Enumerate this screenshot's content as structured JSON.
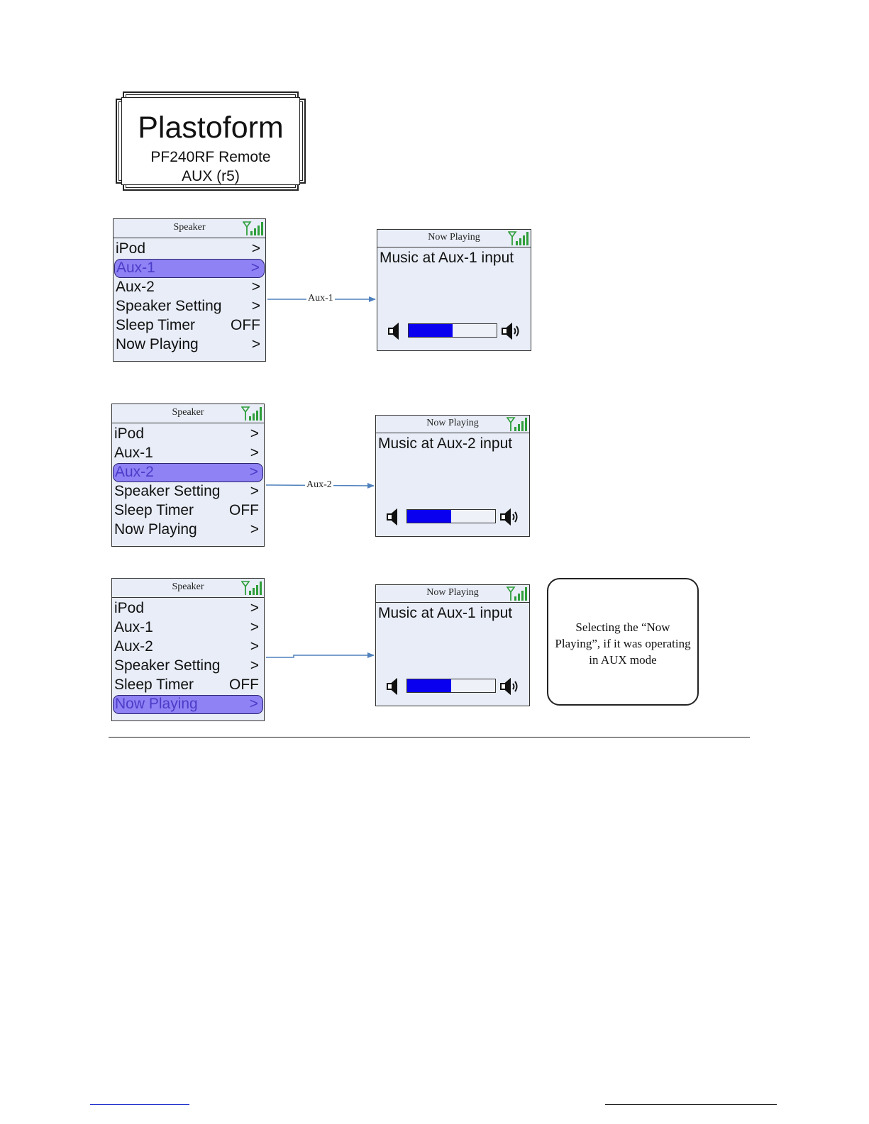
{
  "title_plaque": {
    "brand": "Plastoform",
    "model": "PF240RF Remote",
    "version": "AUX (r5)"
  },
  "flows": [
    {
      "menu": {
        "title": "Speaker",
        "items": [
          {
            "label": "iPod",
            "value": ">"
          },
          {
            "label": "Aux-1",
            "value": ">"
          },
          {
            "label": "Aux-2",
            "value": ">"
          },
          {
            "label": "Speaker Setting",
            "value": ">"
          },
          {
            "label": "Sleep Timer",
            "value": "OFF"
          },
          {
            "label": "Now Playing",
            "value": ">"
          }
        ],
        "selected_index": 1
      },
      "arrow_label": "Aux-1",
      "now_playing": {
        "title": "Now Playing",
        "message": "Music at Aux-1 input",
        "volume_fraction": 0.5
      }
    },
    {
      "menu": {
        "title": "Speaker",
        "items": [
          {
            "label": "iPod",
            "value": ">"
          },
          {
            "label": "Aux-1",
            "value": ">"
          },
          {
            "label": "Aux-2",
            "value": ">"
          },
          {
            "label": "Speaker Setting",
            "value": ">"
          },
          {
            "label": "Sleep Timer",
            "value": "OFF"
          },
          {
            "label": "Now Playing",
            "value": ">"
          }
        ],
        "selected_index": 2
      },
      "arrow_label": "Aux-2",
      "now_playing": {
        "title": "Now Playing",
        "message": "Music at Aux-2 input",
        "volume_fraction": 0.5
      }
    },
    {
      "menu": {
        "title": "Speaker",
        "items": [
          {
            "label": "iPod",
            "value": ">"
          },
          {
            "label": "Aux-1",
            "value": ">"
          },
          {
            "label": "Aux-2",
            "value": ">"
          },
          {
            "label": "Speaker Setting",
            "value": ">"
          },
          {
            "label": "Sleep Timer",
            "value": "OFF"
          },
          {
            "label": "Now Playing",
            "value": ">"
          }
        ],
        "selected_index": 5
      },
      "arrow_label": "",
      "now_playing": {
        "title": "Now Playing",
        "message": "Music at Aux-1 input",
        "volume_fraction": 0.5
      }
    }
  ],
  "note": "Selecting the “Now Playing”, if it was operating in AUX mode",
  "colors": {
    "screen_bg": "#e8edf7",
    "selection": "#8f82f5",
    "selection_text": "#4b3cc7",
    "volume_fill": "#0a00f0",
    "signal": "#2e9e3a",
    "arrow": "#4f81bd"
  },
  "icons": {
    "signal": "signal-strength-icon",
    "volume_down": "speaker-low-icon",
    "volume_up": "speaker-high-icon"
  }
}
